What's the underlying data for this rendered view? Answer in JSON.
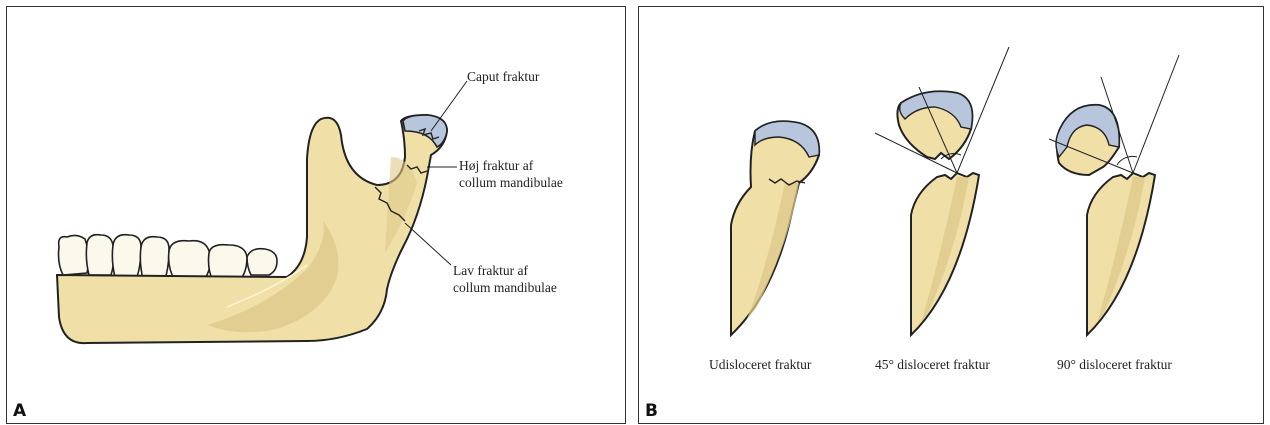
{
  "panel_a": {
    "letter": "A",
    "labels": {
      "caput": "Caput fraktur",
      "high_line1": "Høj fraktur af",
      "high_line2": "collum mandibulae",
      "low_line1": "Lav fraktur af",
      "low_line2": "collum mandibulae"
    }
  },
  "panel_b": {
    "letter": "B",
    "captions": [
      "Udisloceret fraktur",
      "45° disloceret fraktur",
      "90° disloceret fraktur"
    ]
  },
  "colors": {
    "bone": "#f0e0a8",
    "bone_shadow": "#ddc888",
    "cartilage": "#b7c6dc",
    "cartilage_dark": "#8fa4c4",
    "tooth": "#fbf8ec",
    "outline": "#222222"
  }
}
